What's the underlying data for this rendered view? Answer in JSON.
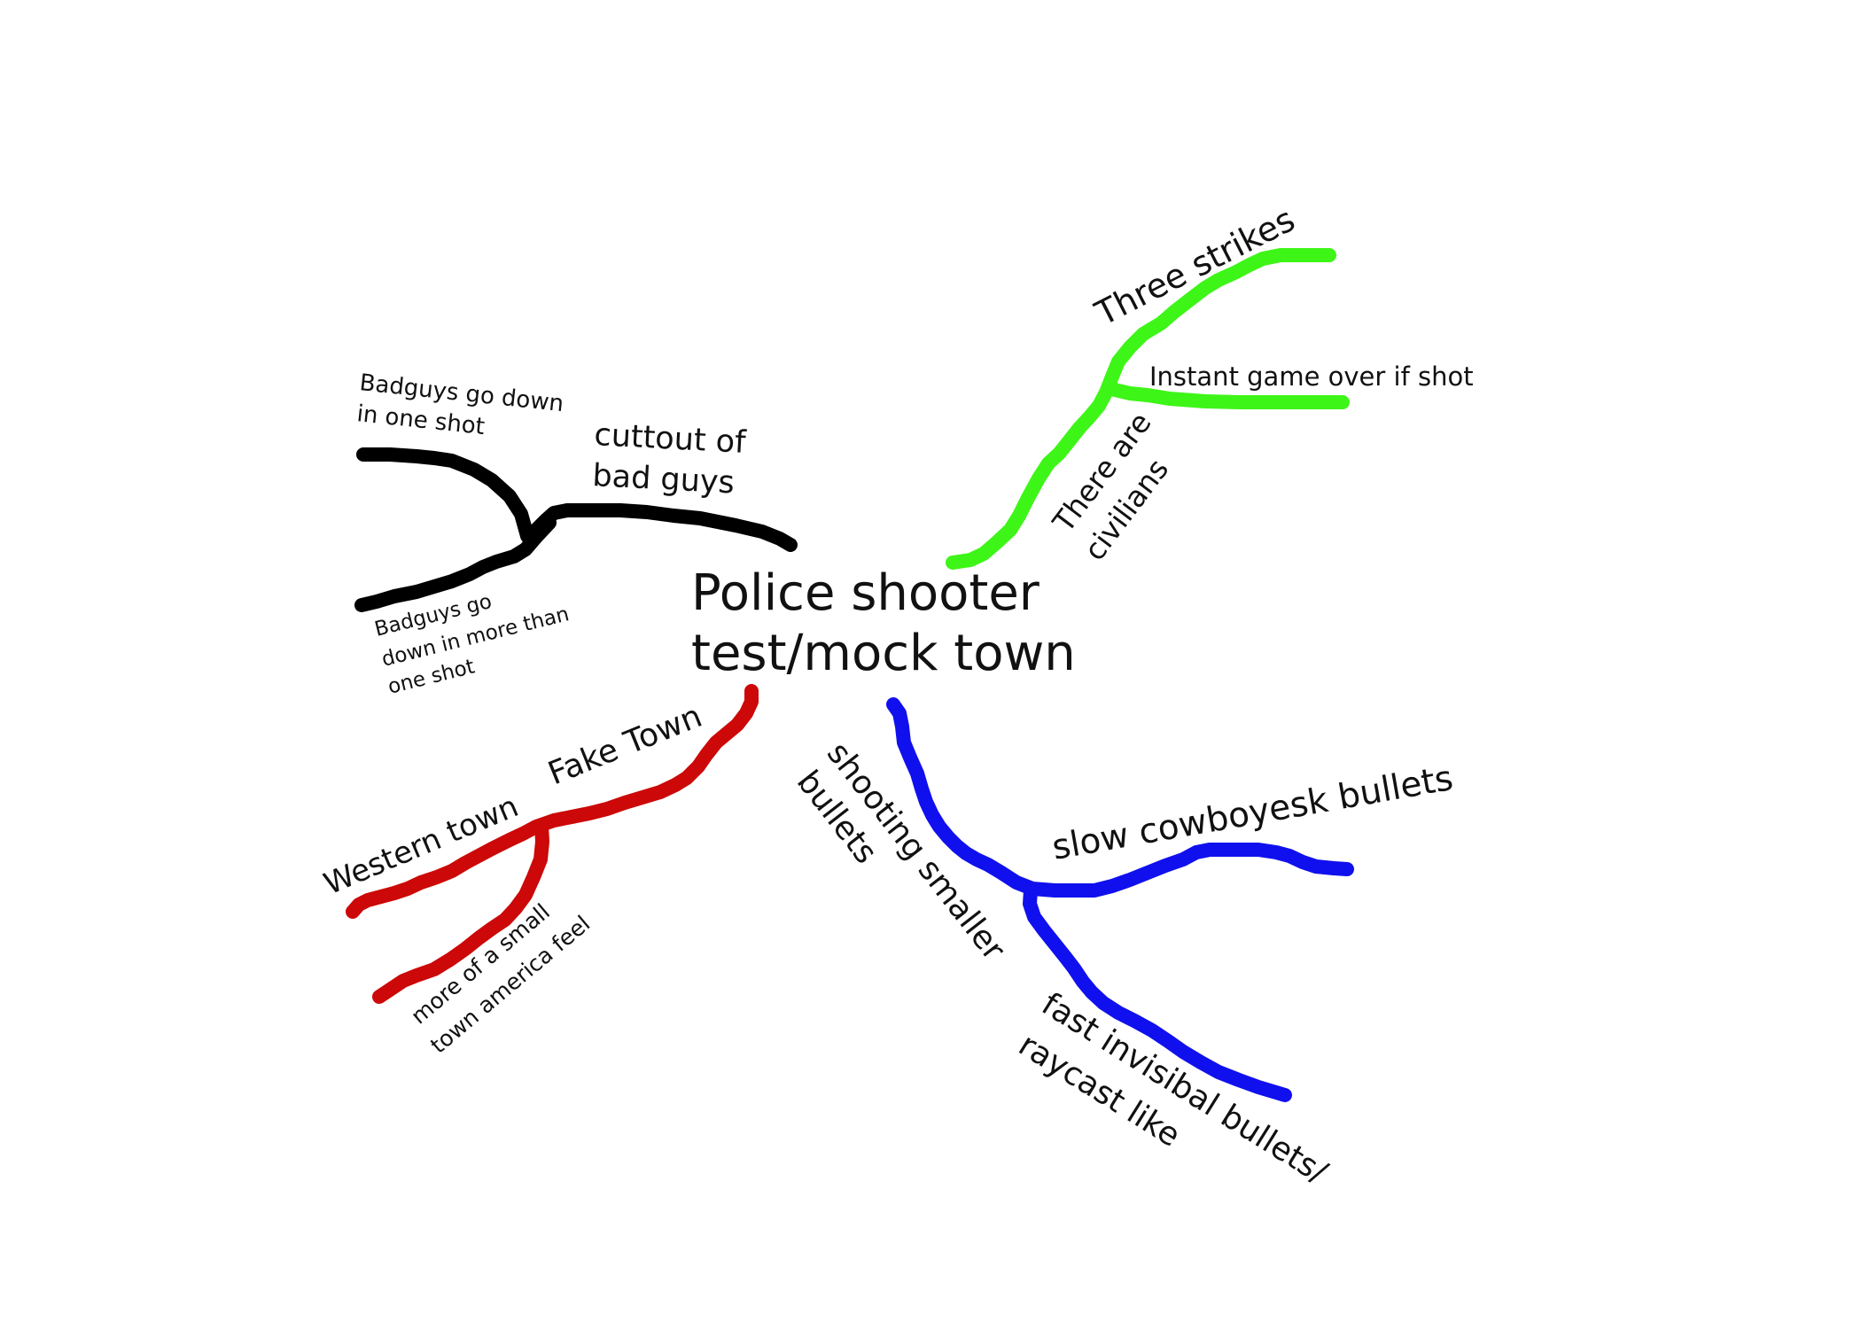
{
  "center": {
    "line1": "Police shooter",
    "line2": "test/mock town"
  },
  "branches": {
    "black": {
      "color": "#000000",
      "main_label_line1": "cuttout of",
      "main_label_line2": "bad guys",
      "sub1_line1": "Badguys go down",
      "sub1_line2": "in one shot",
      "sub2_line1": "Badguys go",
      "sub2_line2": "down in more than",
      "sub2_line3": "one shot"
    },
    "green": {
      "color": "#3ef518",
      "main_label": "Three strikes",
      "sub1": "Instant game over if shot",
      "sub2_line1": "There are",
      "sub2_line2": "civilians"
    },
    "red": {
      "color": "#cc0808",
      "main_label": "Fake Town",
      "sub1": "Western town",
      "sub2_line1": "more of a small",
      "sub2_line2": "town america feel"
    },
    "blue": {
      "color": "#1010ee",
      "main_label_line1": "shooting smaller",
      "main_label_line2": "bullets",
      "sub1": "slow cowboyesk bullets",
      "sub2_line1": "fast invisibal bullets/",
      "sub2_line2": "raycast like"
    }
  }
}
